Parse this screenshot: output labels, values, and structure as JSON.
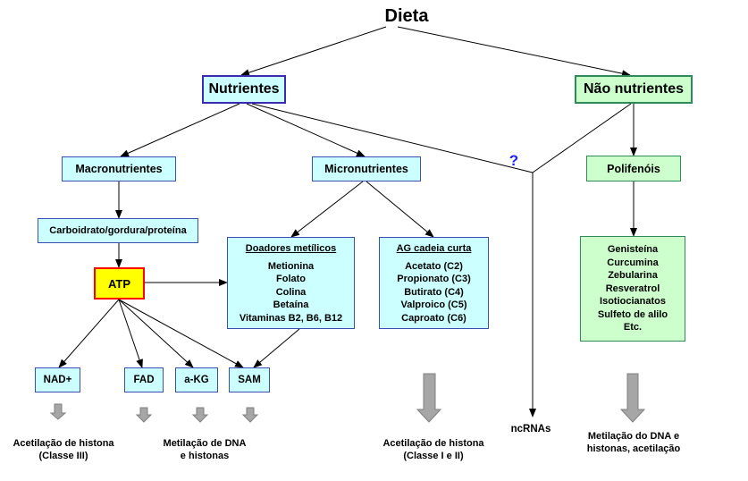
{
  "title": "Dieta",
  "nodes": {
    "nutrientes": "Nutrientes",
    "nao_nutrientes": "Não nutrientes",
    "macronutrientes": "Macronutrientes",
    "micronutrientes": "Micronutrientes",
    "question_mark": "?",
    "polifenois": "Polifenóis",
    "carboidrato": "Carboidrato/gordura/proteína",
    "atp": "ATP",
    "doadores": {
      "title": "Doadores metílicos",
      "items": [
        "Metionina",
        "Folato",
        "Colina",
        "Betaína",
        "Vitaminas B2, B6, B12"
      ]
    },
    "ag_cadeia": {
      "title": "AG cadeia curta",
      "items": [
        "Acetato (C2)",
        "Propionato (C3)",
        "Butirato (C4)",
        "Valproico (C5)",
        "Caproato (C6)"
      ]
    },
    "polifenois_list": [
      "Genisteína",
      "Curcumina",
      "Zebularina",
      "Resveratrol",
      "Isotiocianatos",
      "Sulfeto de alilo",
      "Etc."
    ],
    "nad": "NAD+",
    "fad": "FAD",
    "akg": "a-KG",
    "sam": "SAM",
    "ncrnas": "ncRNAs"
  },
  "outcomes": {
    "acetilacao_classe3": [
      "Acetilação de histona",
      "(Classe III)"
    ],
    "metilacao_dna_histonas": [
      "Metilação de DNA",
      "e histonas"
    ],
    "acetilacao_classe12": [
      "Acetilação de histona",
      "(Classe I e II)"
    ],
    "metilacao_dna_acetilacao": [
      "Metilação do DNA e",
      "histonas, acetilação"
    ]
  },
  "colors": {
    "cyan_fill": "#ccffff",
    "green_fill": "#ccffcc",
    "atp_fill": "#ffff00",
    "atp_border": "#ff0000",
    "question": "#2020ff",
    "down_arrow": "#a6a6a6"
  }
}
